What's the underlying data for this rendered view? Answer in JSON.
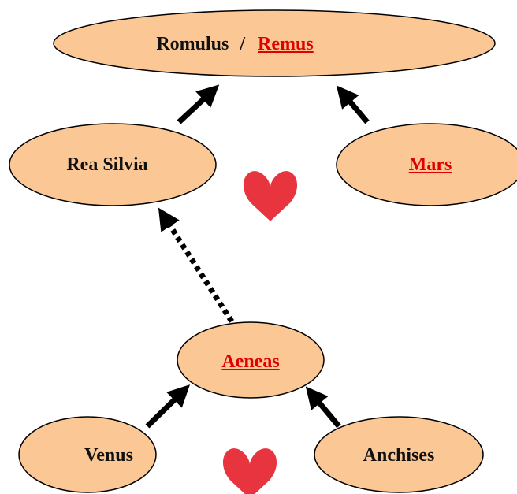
{
  "colors": {
    "node_fill": "#fbc795",
    "node_stroke": "#000000",
    "text": "#111111",
    "link": "#e00000",
    "heart": "#e8343f",
    "arrow": "#000000"
  },
  "nodes": {
    "top": {
      "name_1": "Romulus",
      "separator": "/",
      "name_2": "Remus"
    },
    "rea_silvia": "Rea Silvia",
    "mars": "Mars",
    "aeneas": "Aeneas",
    "venus": "Venus",
    "anchises": "Anchises"
  },
  "icons": [
    "heart-icon",
    "heart-icon"
  ],
  "edges": [
    {
      "from": "Rea Silvia",
      "to": "Romulus / Remus",
      "style": "solid"
    },
    {
      "from": "Mars",
      "to": "Romulus / Remus",
      "style": "solid"
    },
    {
      "from": "Aeneas",
      "to": "Rea Silvia",
      "style": "dotted"
    },
    {
      "from": "Venus",
      "to": "Aeneas",
      "style": "solid"
    },
    {
      "from": "Anchises",
      "to": "Aeneas",
      "style": "solid"
    }
  ]
}
